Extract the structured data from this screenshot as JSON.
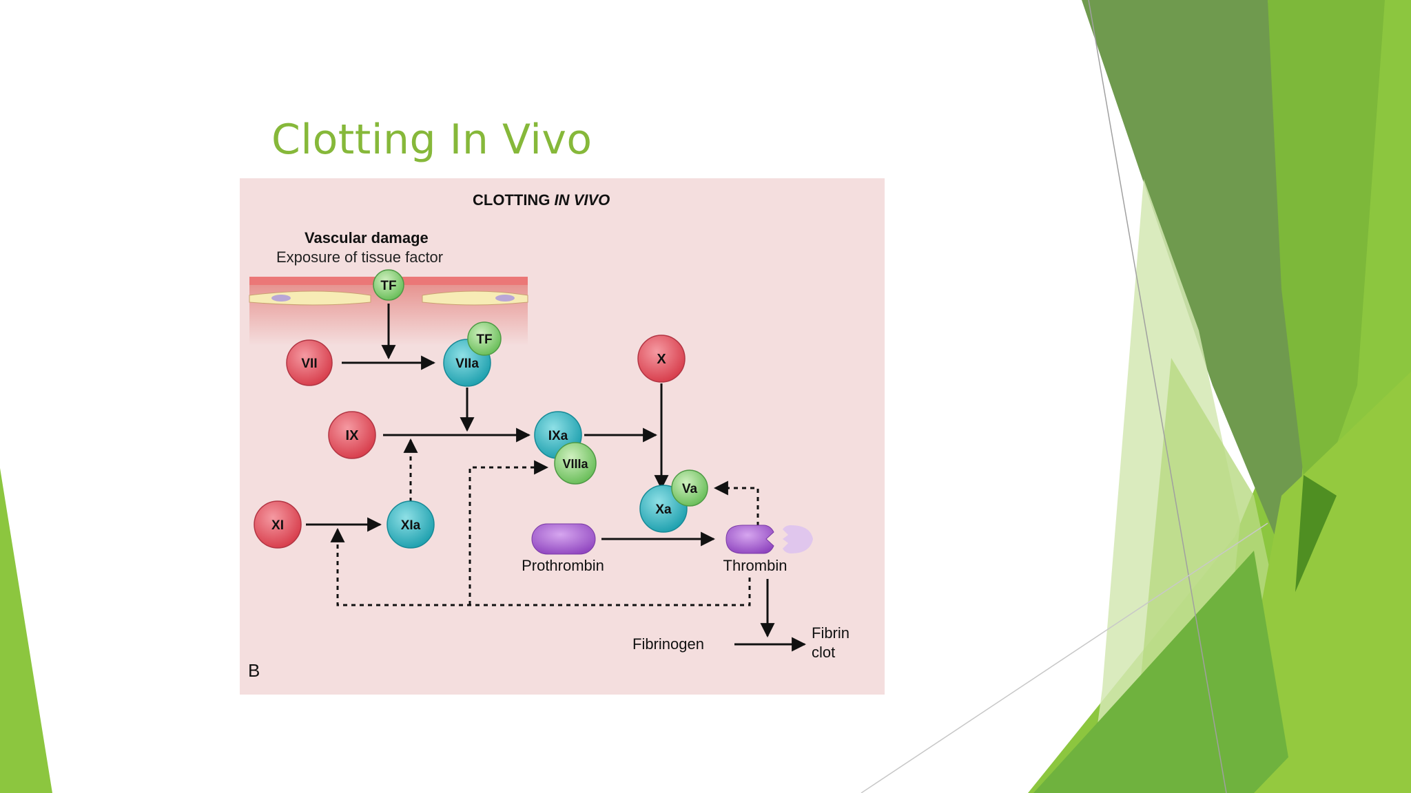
{
  "slide": {
    "title": "Clotting In Vivo"
  },
  "figure": {
    "heading": "CLOTTING IN VIVO",
    "heading_plain": "CLOTTING ",
    "heading_italic": "IN VIVO",
    "vascular_damage": "Vascular damage",
    "exposure": "Exposure of tissue factor",
    "panel_label": "B",
    "factors": {
      "tf_top": "TF",
      "vii": "VII",
      "viia": "VIIa",
      "tf_bound": "TF",
      "x": "X",
      "ix": "IX",
      "ixa": "IXa",
      "viiia": "VIIIa",
      "xi": "XI",
      "xia": "XIa",
      "xa": "Xa",
      "va": "Va"
    },
    "labels": {
      "prothrombin": "Prothrombin",
      "thrombin": "Thrombin",
      "fibrinogen": "Fibrinogen",
      "fibrin_line1": "Fibrin",
      "fibrin_line2": "clot"
    }
  },
  "colors": {
    "title": "#86b83a",
    "figure_bg": "#f4dede",
    "red_factor": "#e0525e",
    "teal_factor": "#36b5c1",
    "green_factor": "#8fd07f",
    "purple": "#a55ccf",
    "green_dark": "#6f9a4e",
    "green_mid": "#8cc63f",
    "green_light": "#d4e8b3"
  }
}
